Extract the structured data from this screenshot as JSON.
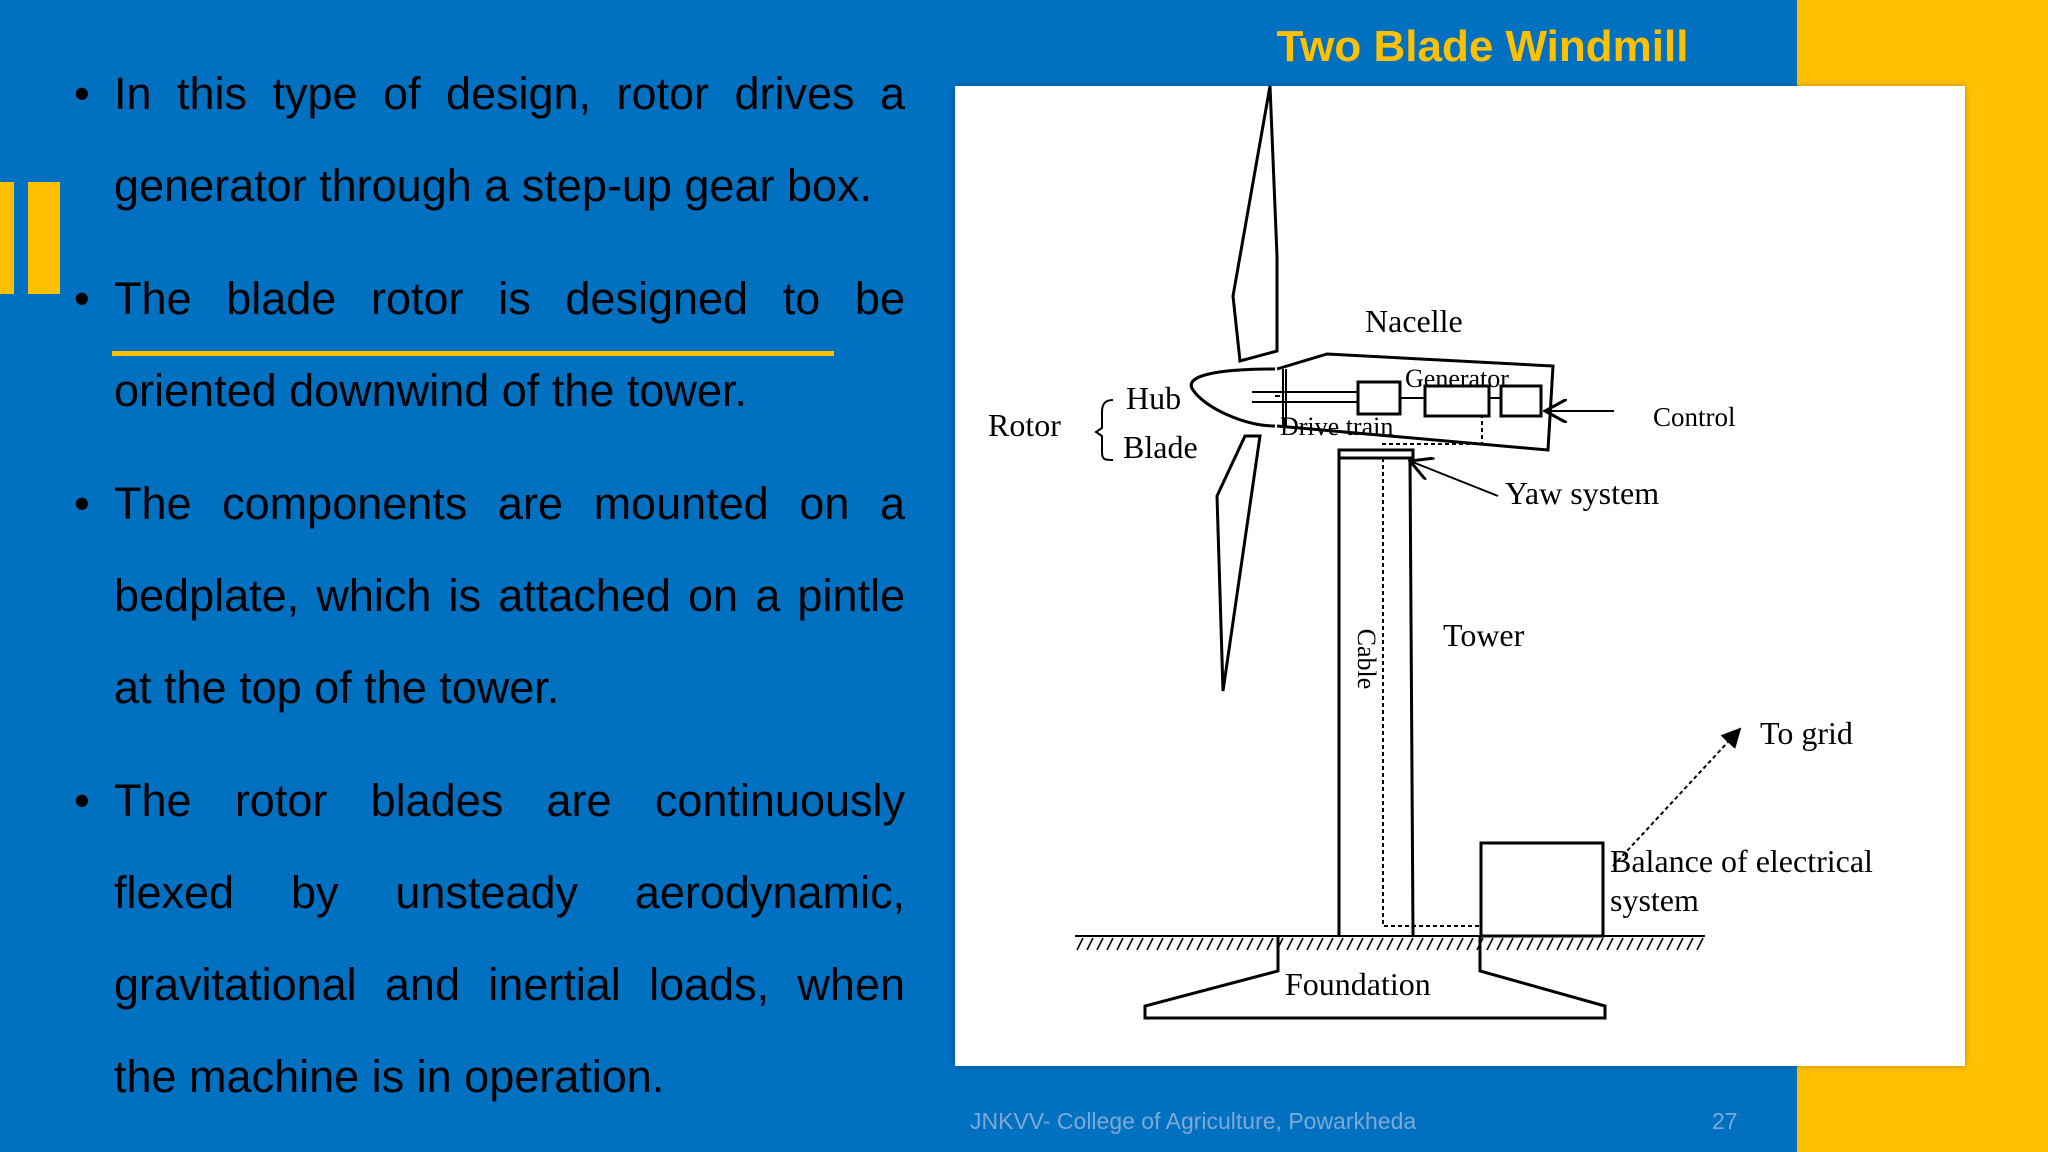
{
  "slide": {
    "title": "Two Blade Windmill",
    "bullets": [
      "In this type of design, rotor drives a generator through a step-up gear box.",
      "The blade rotor is designed to be oriented downwind of the tower.",
      "The components are mounted on a bedplate, which is attached on a pintle at the top of the tower.",
      "The rotor blades are continuously flexed by unsteady aerodynamic, gravitational and inertial loads, when the machine is in operation."
    ],
    "bullet_glyph": "•",
    "footer": {
      "left": "JNKVV- College of Agriculture, Powarkheda",
      "page_number": "27"
    },
    "colors": {
      "background": "#0070c0",
      "accent": "#ffc000",
      "panel": "#ffffff"
    }
  },
  "diagram": {
    "labels": {
      "nacelle": "Nacelle",
      "generator": "Generator",
      "control": "Control",
      "rotor": "Rotor",
      "hub": "Hub",
      "blade": "Blade",
      "drive_train": "Drive train",
      "yaw_system": "Yaw system",
      "tower": "Tower",
      "cable": "Cable",
      "to_grid": "To grid",
      "balance_line1": "Balance of electrical",
      "balance_line2": "system",
      "foundation": "Foundation"
    }
  }
}
